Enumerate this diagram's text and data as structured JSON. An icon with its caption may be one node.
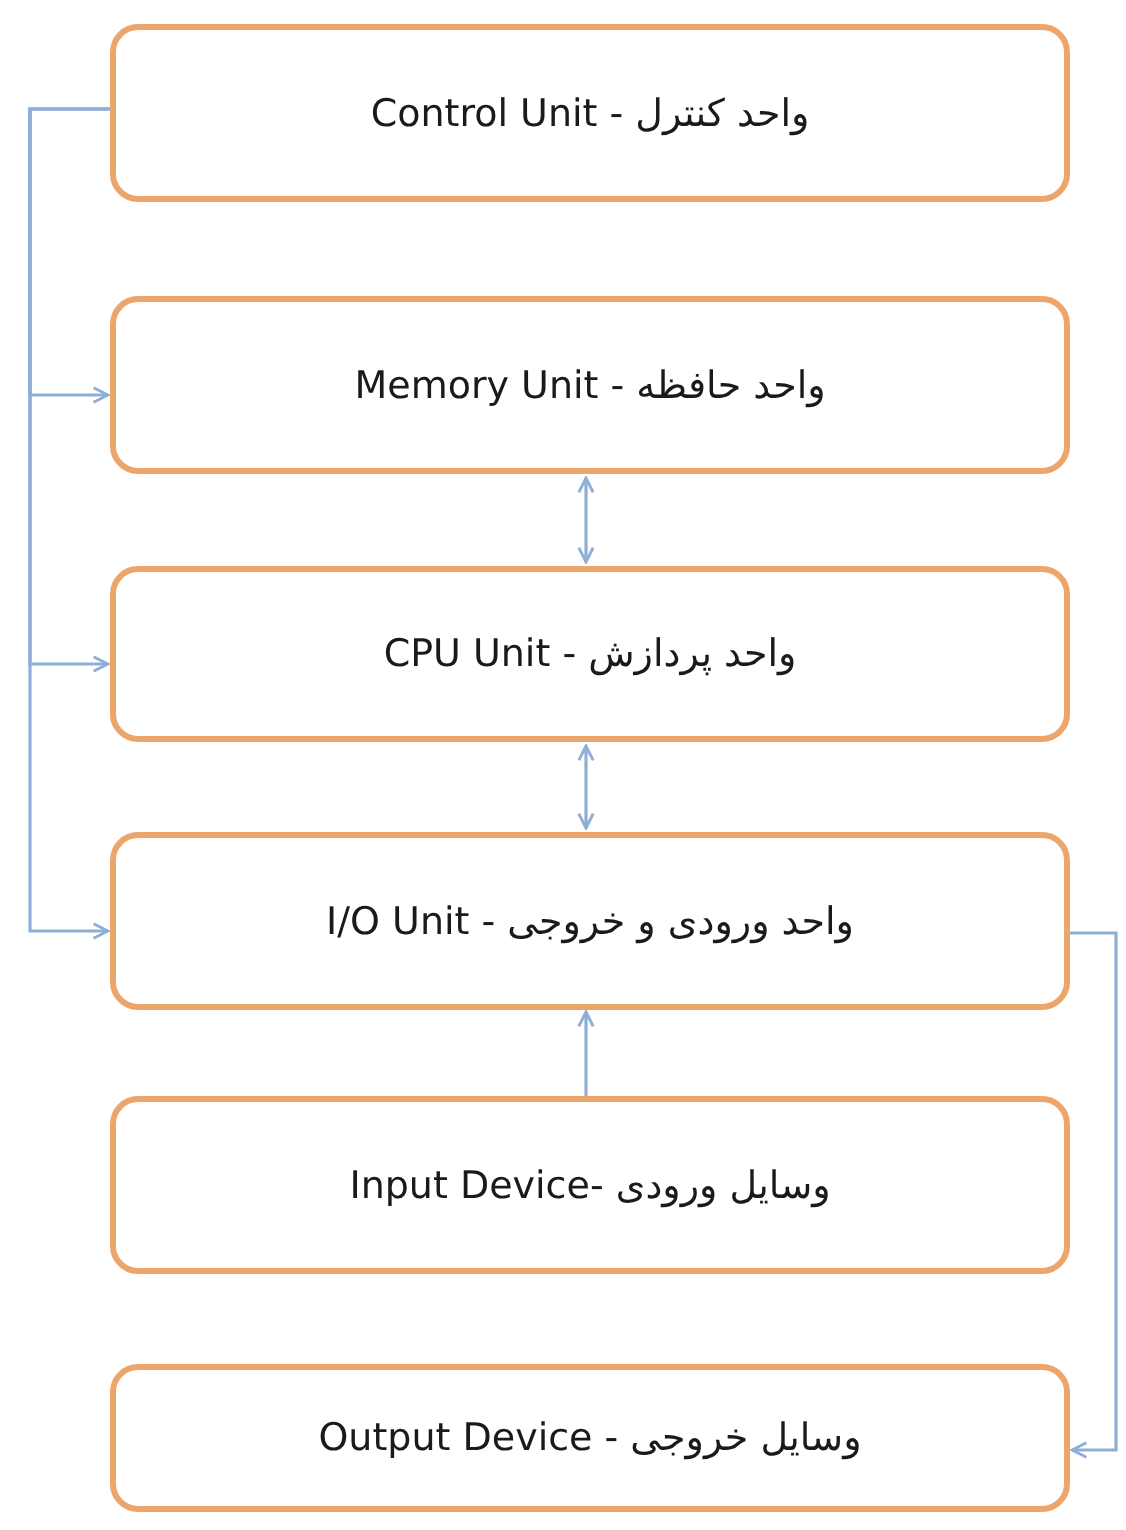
{
  "diagram": {
    "nodes": [
      {
        "text": [
          "واحد کنترل - Control Unit"
        ]
      },
      {
        "text": [
          "واحد حافظه - Memory Unit"
        ]
      },
      {
        "text": [
          "واحد پردازش - CPU Unit"
        ]
      },
      {
        "text": [
          "واحد ورودی و خروجی - I/O Unit"
        ]
      },
      {
        "text": [
          "وسایل ورودی -Input Device"
        ]
      },
      {
        "text": [
          "وسایل خروجی - Output Device"
        ]
      }
    ],
    "edges": [
      {
        "from": 0,
        "to": 1,
        "arrow": "to"
      },
      {
        "from": 0,
        "to": 2,
        "arrow": "to"
      },
      {
        "from": 0,
        "to": 3,
        "arrow": "to"
      },
      {
        "from": 1,
        "to": 2,
        "arrow": "both"
      },
      {
        "from": 2,
        "to": 3,
        "arrow": "both"
      },
      {
        "from": 4,
        "to": 3,
        "arrow": "to"
      },
      {
        "from": 3,
        "to": 5,
        "arrow": "to"
      }
    ]
  }
}
